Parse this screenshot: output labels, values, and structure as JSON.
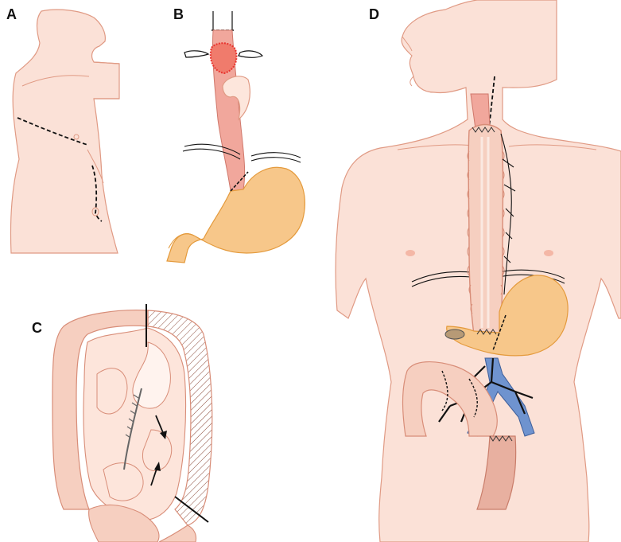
{
  "panels": [
    {
      "id": "A",
      "label": "A"
    },
    {
      "id": "B",
      "label": "B"
    },
    {
      "id": "C",
      "label": "C"
    },
    {
      "id": "D",
      "label": "D"
    }
  ],
  "colors": {
    "skin": "#fbe1d7",
    "skin_outline": "#e09a84",
    "esophagus": "#f1a79c",
    "stomach": "#f7c78a",
    "stomach_outline": "#e49a3c",
    "colon": "#f6cfc0",
    "colon_outline": "#d88d78",
    "vessel_blue": "#6f93cf",
    "vessel_black": "#111111",
    "tumor": "#e8322d",
    "incision": "#111111"
  }
}
